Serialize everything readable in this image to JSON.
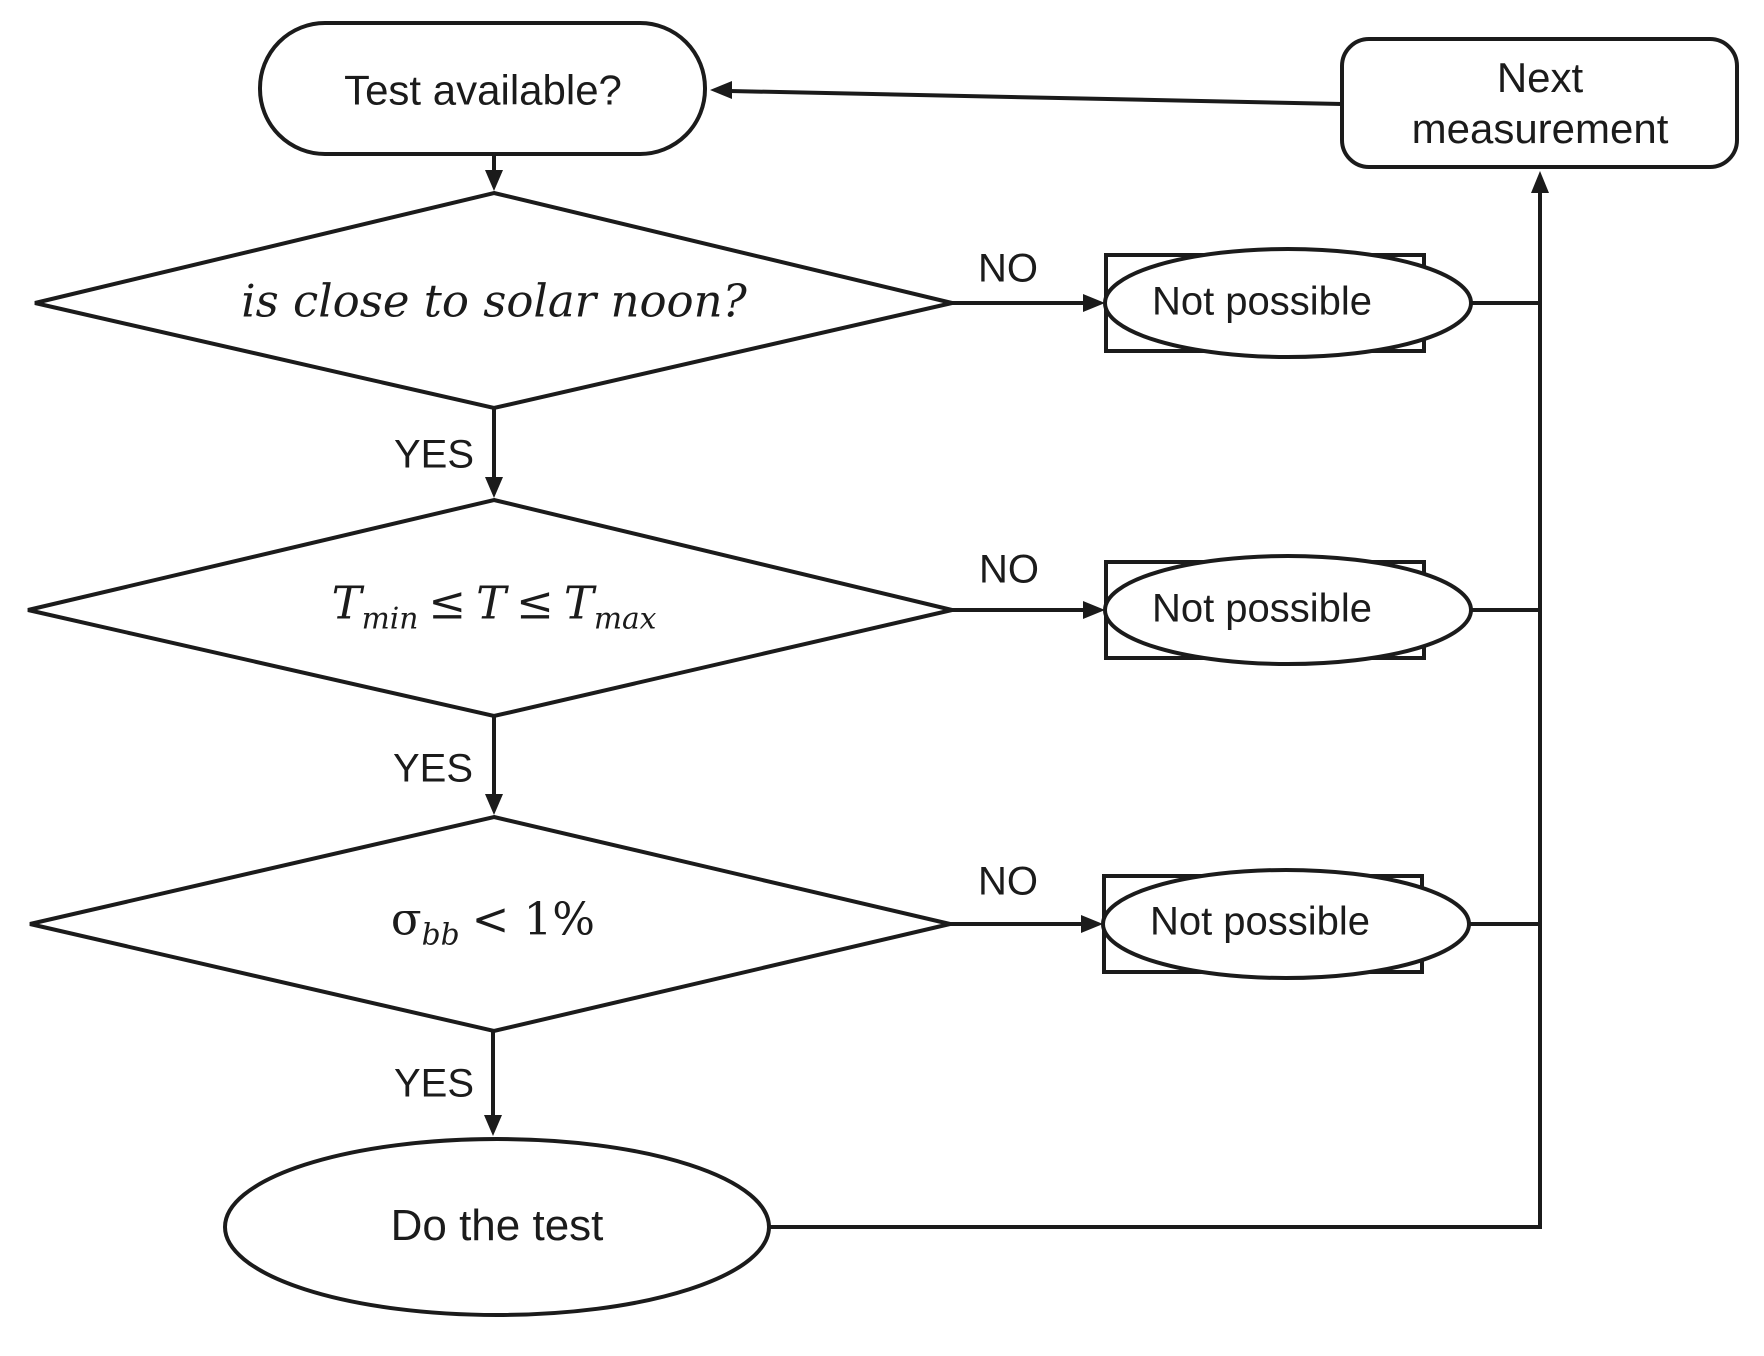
{
  "flowchart": {
    "start": {
      "label": "Test available?"
    },
    "next_measurement": {
      "line1": "Next",
      "line2": "measurement"
    },
    "decision_solar_noon": {
      "text": "is close to solar noon?"
    },
    "decision_temperature": {
      "t1": "T",
      "sub1": "min",
      "op1": "≤",
      "t2": "T",
      "op2": "≤",
      "t3": "T",
      "sub2": "max"
    },
    "decision_sigma": {
      "sigma": "σ",
      "sub": "bb",
      "rest": "< 1%"
    },
    "branch_labels": {
      "yes": "YES",
      "no": "NO"
    },
    "not_possible": {
      "label": "Not possible"
    },
    "do_test": {
      "label": "Do the test"
    },
    "colors": {
      "stroke": "#1b1b1b",
      "background": "#ffffff"
    }
  }
}
